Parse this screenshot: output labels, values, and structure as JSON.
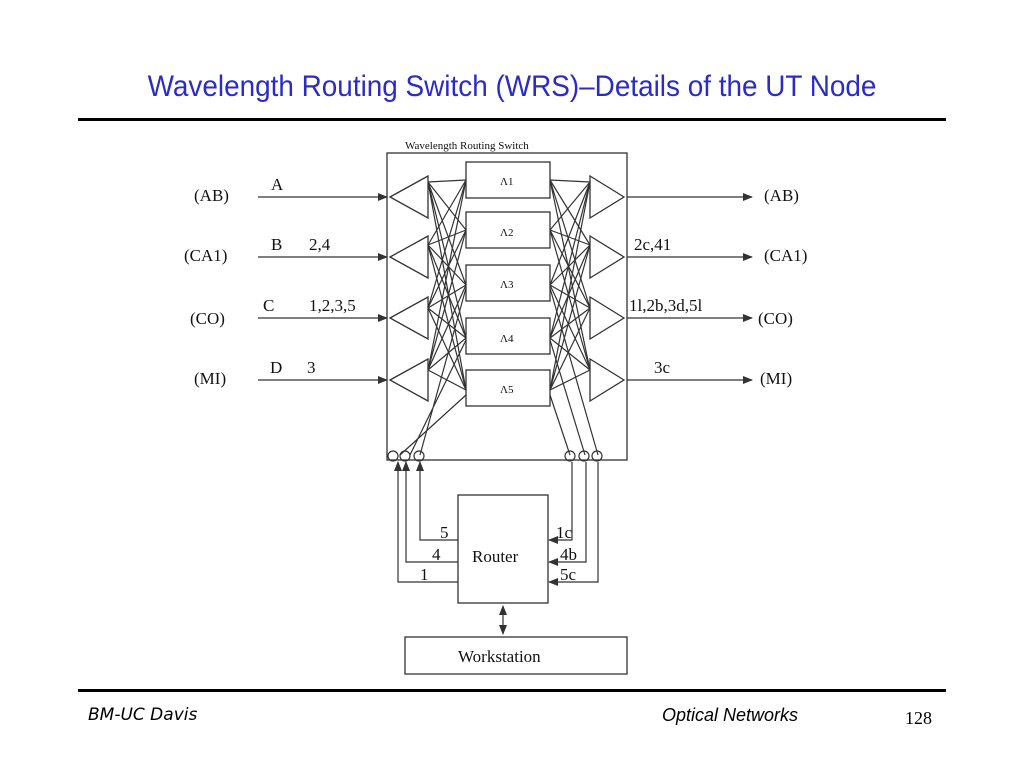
{
  "slide": {
    "title": "Wavelength Routing Switch (WRS)–Details of the UT Node",
    "footer_left": "BM-UC Davis",
    "footer_center": "Optical Networks",
    "page_number": "128"
  },
  "diagram": {
    "switch_label": "Wavelength Routing Switch",
    "wavelengths": [
      "Λ1",
      "Λ2",
      "Λ3",
      "Λ4",
      "Λ5"
    ],
    "inputs": [
      {
        "port": "(AB)",
        "link": "A",
        "channels": ""
      },
      {
        "port": "(CA1)",
        "link": "B",
        "channels": "2,4"
      },
      {
        "port": "(CO)",
        "link": "C",
        "channels": "1,2,3,5"
      },
      {
        "port": "(MI)",
        "link": "D",
        "channels": "3"
      }
    ],
    "outputs": [
      {
        "port": "(AB)",
        "channels": ""
      },
      {
        "port": "(CA1)",
        "channels": "2c,41"
      },
      {
        "port": "(CO)",
        "channels": "1l,2b,3d,5l"
      },
      {
        "port": "(MI)",
        "channels": "3c"
      }
    ],
    "router_label": "Router",
    "router_inputs": [
      "5",
      "4",
      "1"
    ],
    "router_outputs": [
      "1c",
      "4b",
      "5c"
    ],
    "workstation_label": "Workstation"
  }
}
